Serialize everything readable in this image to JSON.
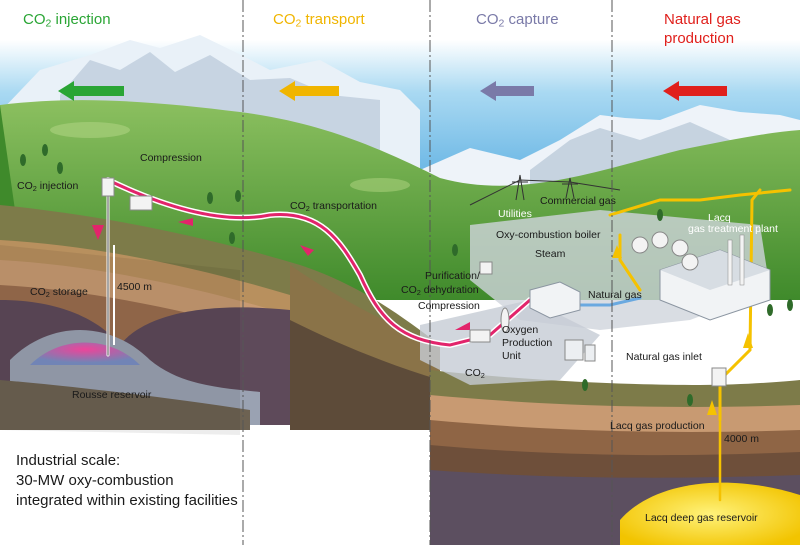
{
  "stages": {
    "co2_injection": {
      "pre": "CO",
      "sub": "2",
      "post": " injection",
      "color": "#2aa535"
    },
    "co2_transport": {
      "pre": "CO",
      "sub": "2",
      "post": " transport",
      "color": "#f0b500"
    },
    "co2_capture": {
      "pre": "CO",
      "sub": "2",
      "post": " capture",
      "color": "#7a7aa8"
    },
    "natural_gas_production": {
      "line1": "Natural gas",
      "line2": "production",
      "color": "#e0201c"
    }
  },
  "labels": {
    "compression_left": "Compression",
    "co2_injection": {
      "pre": "CO",
      "sub": "2",
      "post": " injection"
    },
    "co2_transportation": {
      "pre": "CO",
      "sub": "2",
      "post": " transportation"
    },
    "co2_storage": {
      "pre": "CO",
      "sub": "2",
      "post": " storage"
    },
    "depth_left": "4500 m",
    "rousse_reservoir": "Rousse reservoir",
    "utilities": "Utilities",
    "commercial_gas": "Commercial gas",
    "lacq": "Lacq",
    "gas_treatment_plant": "gas treatment plant",
    "oxy_combustion_boiler": "Oxy-combustion boiler",
    "steam": "Steam",
    "purification": "Purification/",
    "co2_dehydration": {
      "pre": "CO",
      "sub": "2",
      "post": " dehydration"
    },
    "compression_mid": "Compression",
    "natural_gas": "Natural gas",
    "oxygen_production_unit": [
      "Oxygen",
      "Production",
      "Unit"
    ],
    "co2_mid": {
      "pre": "CO",
      "sub": "2",
      "post": ""
    },
    "natural_gas_inlet": "Natural gas inlet",
    "lacq_gas_production": "Lacq gas production",
    "depth_right": "4000 m",
    "lacq_deep_gas_reservoir": "Lacq deep gas reservoir"
  },
  "note": {
    "line1": "Industrial scale:",
    "line2": "30-MW oxy-combustion",
    "line3": "integrated within existing facilities"
  },
  "colors": {
    "injection_arrow": "#2aa535",
    "transport_arrow": "#f0b500",
    "capture_arrow": "#7a7aa8",
    "production_arrow": "#e0201c",
    "co2_pipe": "#e2246b",
    "gas_pipe": "#f5c200",
    "sky": "#7fc4ea",
    "grass": "#4f9a35"
  }
}
